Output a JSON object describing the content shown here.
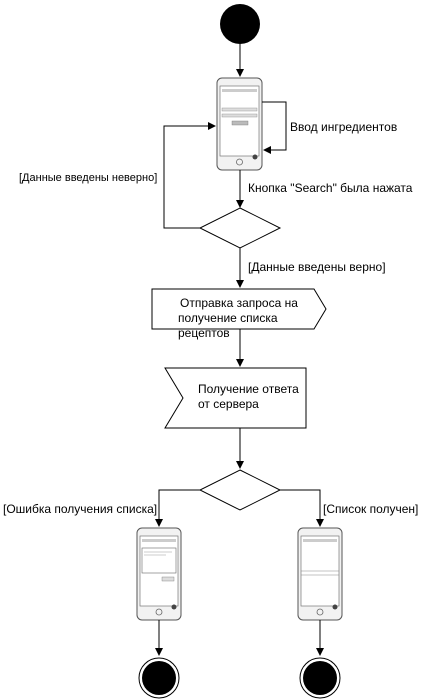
{
  "labels": {
    "ingredients_input": "Ввод ингредиентов",
    "search_pressed": "Кнопка \"Search\" была нажата",
    "data_invalid": "[Данные введены неверно]",
    "data_valid": "[Данные введены верно]",
    "list_error": "[Ошибка получения списка]",
    "list_received": "[Список получен]"
  },
  "actions": {
    "send_request_line1": "Отправка запроса на",
    "send_request_line2": "получение списка рецептов",
    "receive_response_line1": "Получение ответа",
    "receive_response_line2": "от сервера"
  }
}
